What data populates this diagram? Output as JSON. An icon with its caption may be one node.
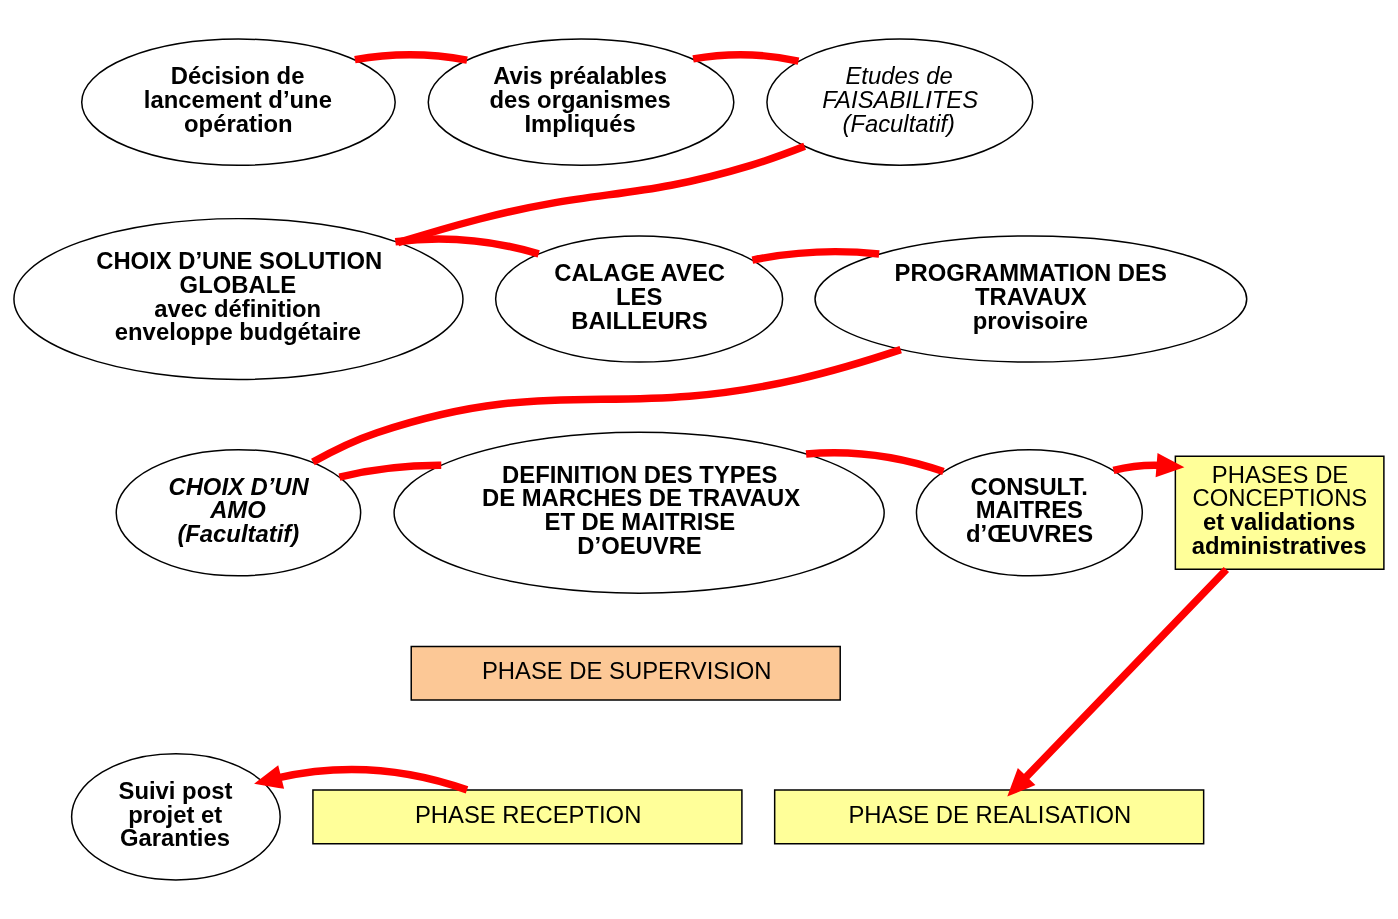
{
  "diagram": {
    "nodes": [
      {
        "text": [
          "Décision de lancement d’une opération"
        ]
      },
      {
        "text": [
          "Avis préalables des organismes Impliqués"
        ]
      },
      {
        "text": [
          "Etudes de FAISABILITES (Facultatif)"
        ]
      },
      {
        "text": [
          "CHOIX D’UNE SOLUTION GLOBALE",
          "avec définition enveloppe budgétaire"
        ]
      },
      {
        "text": [
          "CALAGE AVEC LES BAILLEURS"
        ]
      },
      {
        "text": [
          "PROGRAMMATION DES TRAVAUX",
          "provisoire"
        ]
      },
      {
        "text": [
          "CHOIX D’UN AMO (Facultatif)"
        ]
      },
      {
        "text": [
          "DEFINITION DES TYPES DE MARCHES DE TRAVAUX ET DE MAITRISE D’OEUVRE"
        ]
      },
      {
        "text": [
          "CONSULT. MAITRES d’ŒUVRES"
        ]
      },
      {
        "text": [
          "PHASES DE CONCEPTIONS",
          "et validations administratives"
        ]
      },
      {
        "text": [
          "PHASE DE SUPERVISION"
        ]
      },
      {
        "text": [
          "PHASE RECEPTION"
        ]
      },
      {
        "text": [
          "PHASE DE REALISATION"
        ]
      },
      {
        "text": [
          "Suivi post projet et Garanties"
        ]
      }
    ],
    "edges": [
      {
        "from": 0,
        "to": 1,
        "arrow": "none"
      },
      {
        "from": 1,
        "to": 2,
        "arrow": "none"
      },
      {
        "from": 2,
        "to": 3,
        "arrow": "none"
      },
      {
        "from": 3,
        "to": 4,
        "arrow": "none"
      },
      {
        "from": 4,
        "to": 5,
        "arrow": "none"
      },
      {
        "from": 5,
        "to": 6,
        "arrow": "none"
      },
      {
        "from": 6,
        "to": 7,
        "arrow": "none"
      },
      {
        "from": 7,
        "to": 8,
        "arrow": "none"
      },
      {
        "from": 8,
        "to": 9,
        "arrow": "to"
      },
      {
        "from": 9,
        "to": 12,
        "arrow": "to"
      },
      {
        "from": 11,
        "to": 13,
        "arrow": "to"
      }
    ]
  }
}
